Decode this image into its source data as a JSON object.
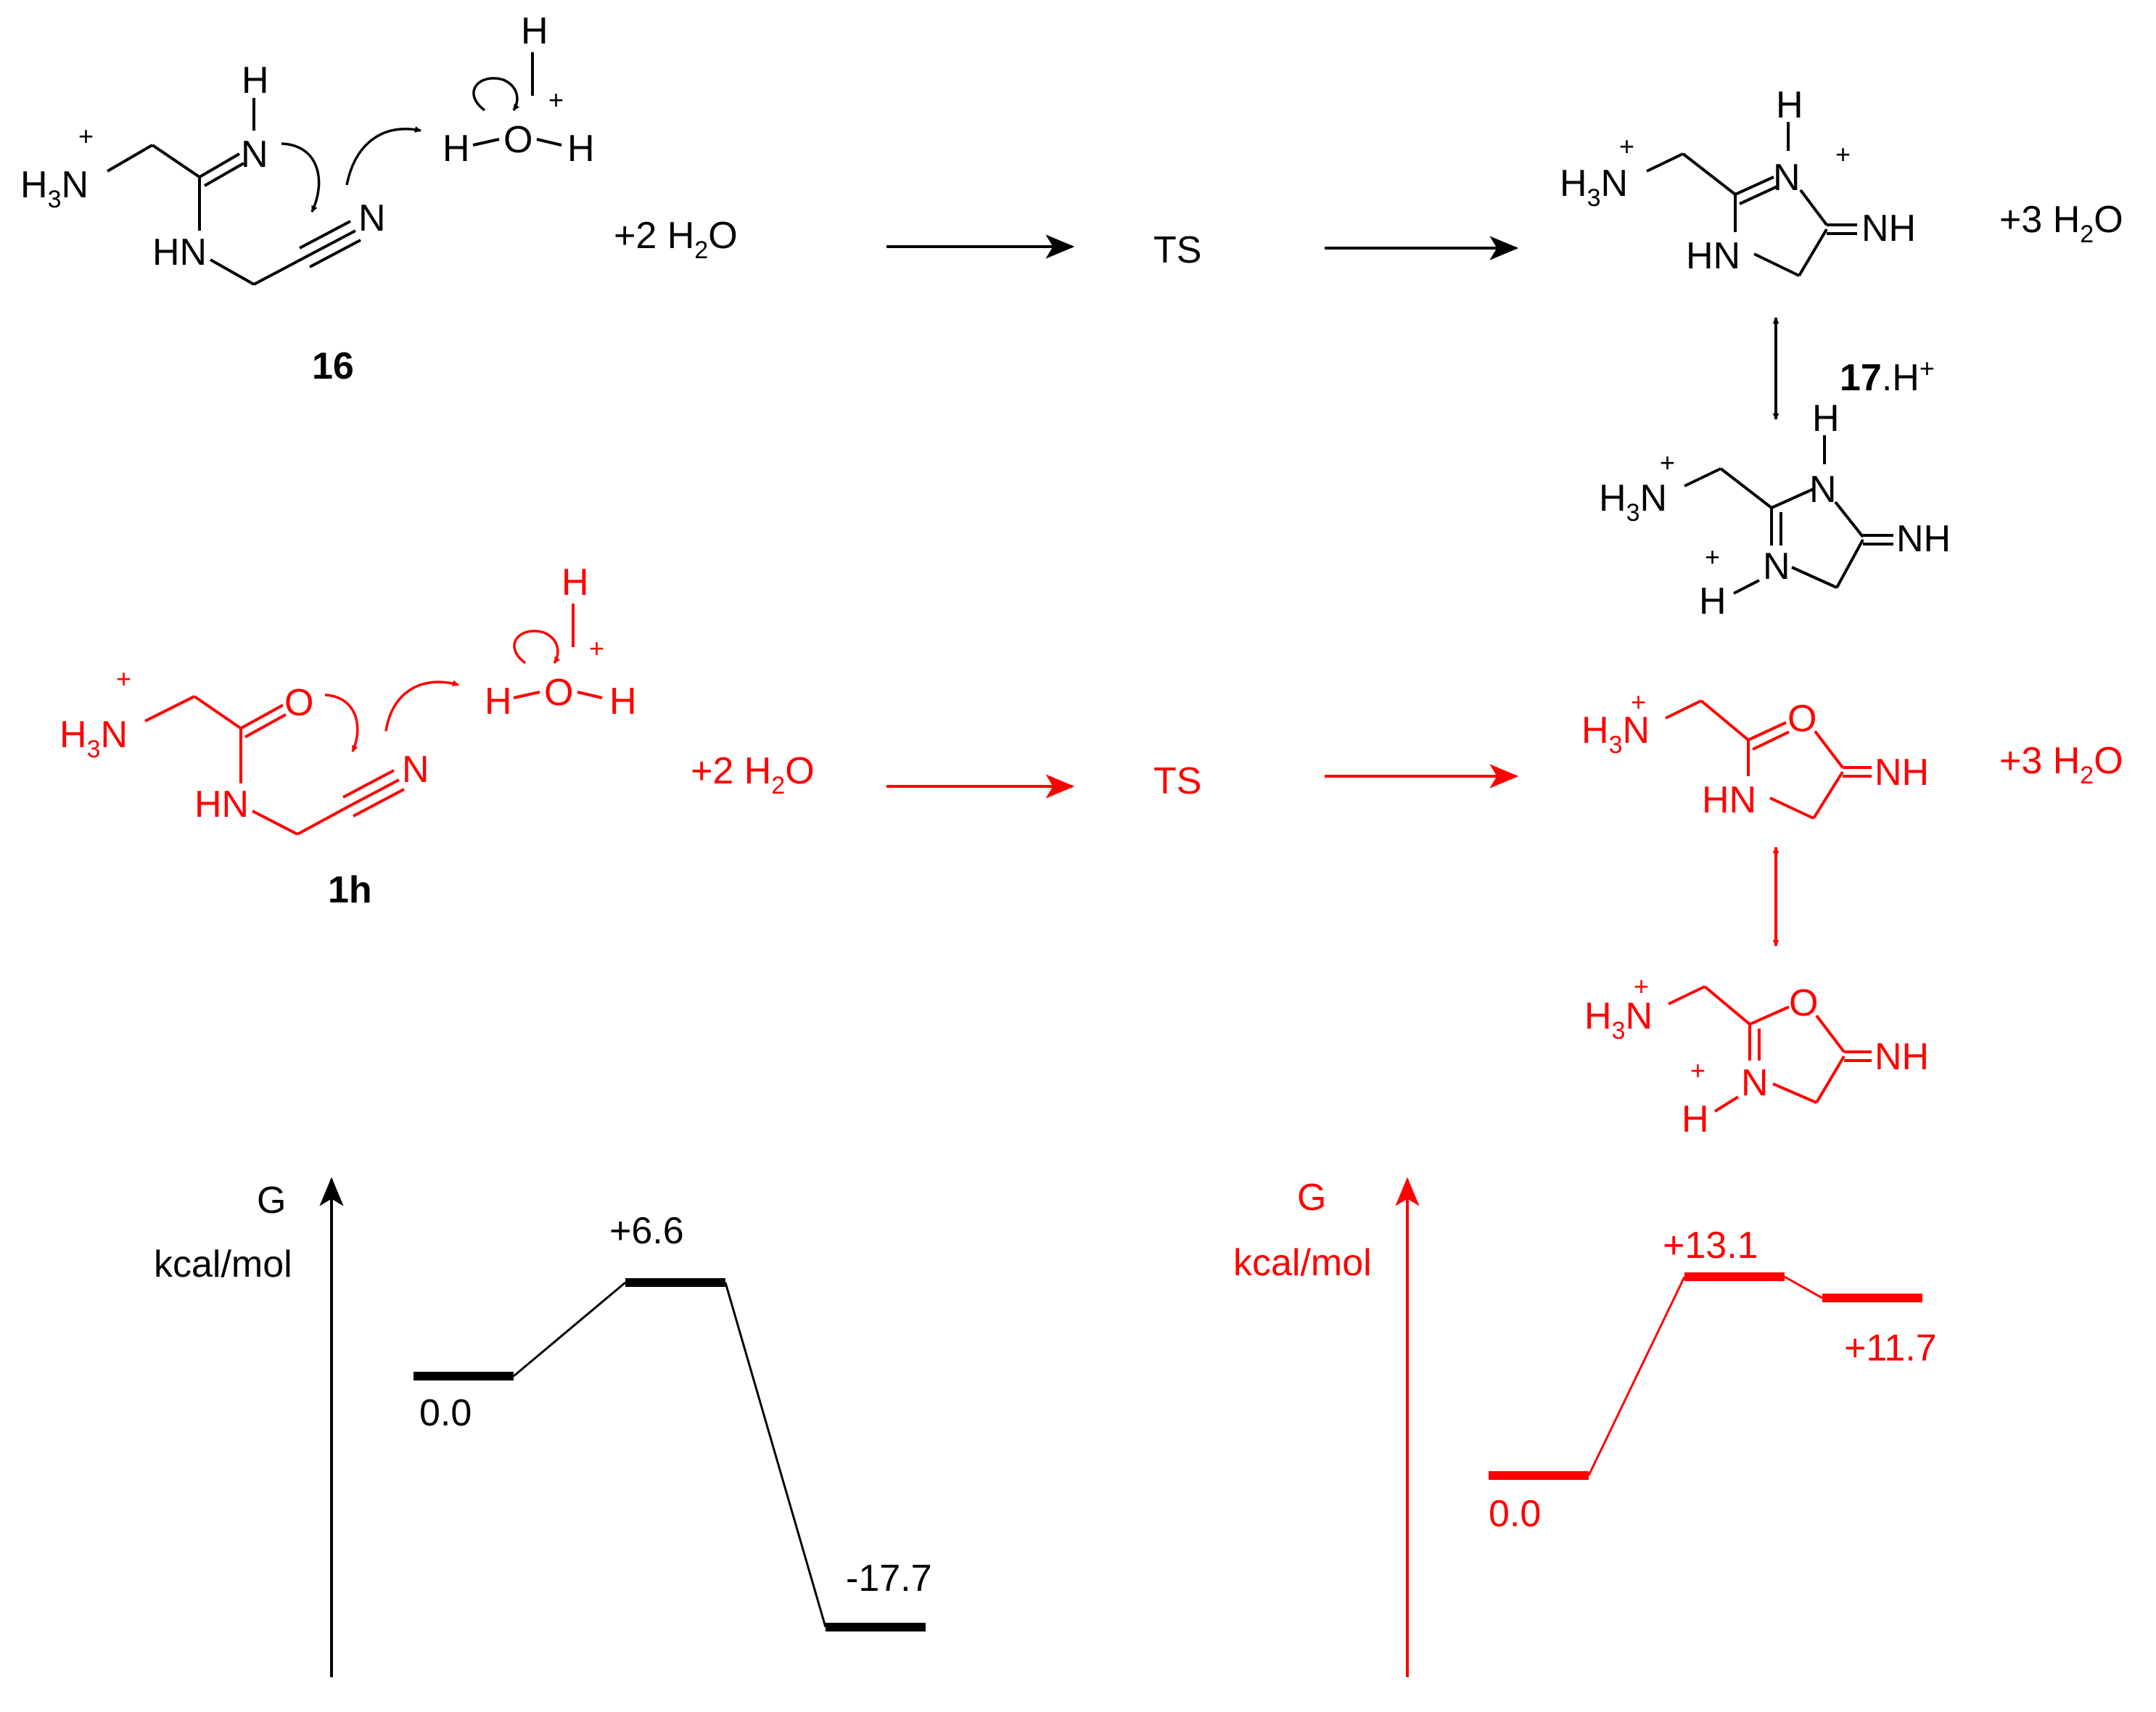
{
  "colors": {
    "guanidine_pathway": "#000000",
    "oxazole_pathway": "#ff0000"
  },
  "top_reaction": {
    "reactant_label": "16",
    "water_reagent": "+2 H2O",
    "transition_state": "TS",
    "byproduct": "+3 H2O",
    "product_label": "17",
    "product_suffix": ".H+"
  },
  "bottom_reaction": {
    "reactant_label": "1h",
    "water_reagent": "+2 H2O",
    "transition_state": "TS",
    "byproduct": "+3 H2O"
  },
  "atoms": {
    "H3N": "H3N",
    "HN": "HN",
    "NH": "NH",
    "N": "N",
    "O": "O",
    "H": "H",
    "plus": "+",
    "eq_NH": "=NH"
  },
  "energy_black": {
    "axis_label": "G",
    "axis_unit": "kcal/mol",
    "levels": [
      0.0,
      6.6,
      -17.7
    ],
    "labels": [
      "0.0",
      "+6.6",
      "-17.7"
    ]
  },
  "energy_red": {
    "axis_label": "G",
    "axis_unit": "kcal/mol",
    "levels": [
      0.0,
      13.1,
      11.7
    ],
    "labels": [
      "0.0",
      "+13.1",
      "+11.7"
    ]
  }
}
